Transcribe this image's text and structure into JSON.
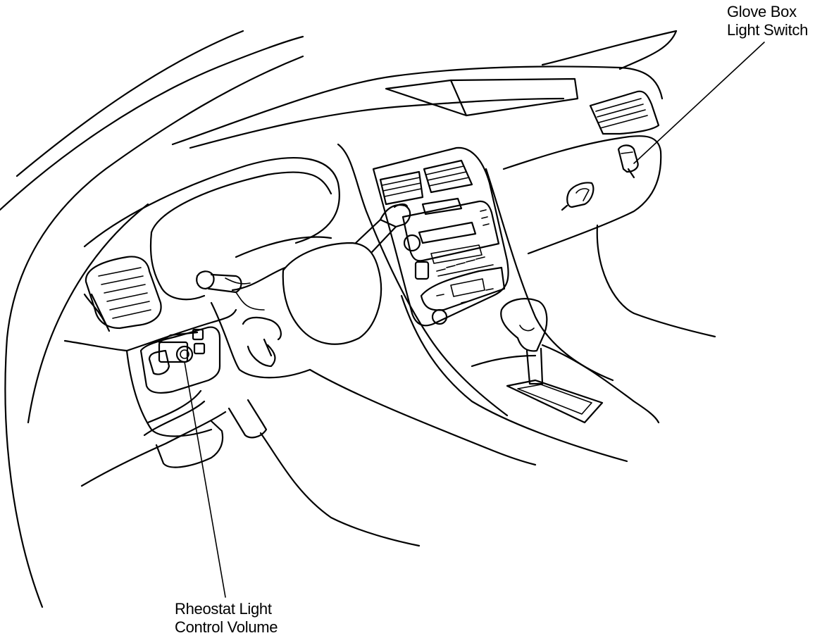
{
  "labels": {
    "glove_box_line1": "Glove Box",
    "glove_box_line2": "Light Switch",
    "rheostat_line1": "Rheostat Light",
    "rheostat_line2": "Control Volume"
  }
}
